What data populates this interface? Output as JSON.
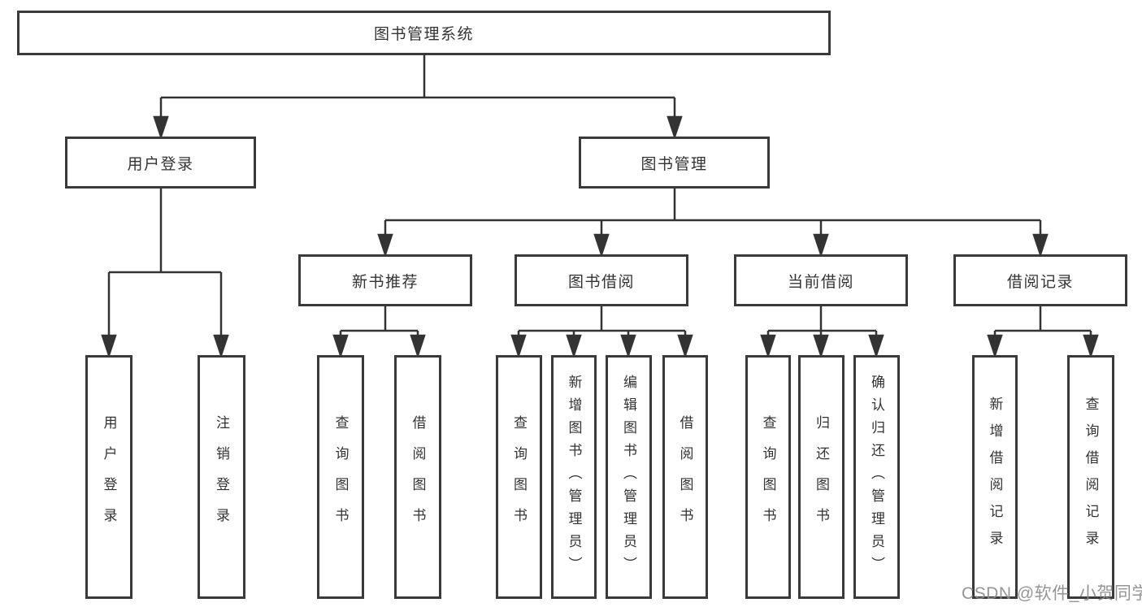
{
  "colors": {
    "box_border": "#3a3a3a",
    "connector": "#333333",
    "text": "#333333",
    "watermark": "#8c8c8c",
    "background": "#ffffff"
  },
  "watermark": {
    "text": "CSDN @软件_小贺同学"
  },
  "tree": {
    "root": {
      "label": "图书管理系统"
    },
    "children": [
      {
        "label": "用户登录",
        "children": [
          {
            "label": "用户登录"
          },
          {
            "label": "注销登录"
          }
        ]
      },
      {
        "label": "图书管理",
        "children": [
          {
            "label": "新书推荐",
            "children": [
              {
                "label": "查询图书"
              },
              {
                "label": "借阅图书"
              }
            ]
          },
          {
            "label": "图书借阅",
            "children": [
              {
                "label": "查询图书"
              },
              {
                "label": "新增图书（管理员）"
              },
              {
                "label": "编辑图书（管理员）"
              },
              {
                "label": "借阅图书"
              }
            ]
          },
          {
            "label": "当前借阅",
            "children": [
              {
                "label": "查询图书"
              },
              {
                "label": "归还图书"
              },
              {
                "label": "确认归还（管理员）"
              }
            ]
          },
          {
            "label": "借阅记录",
            "children": [
              {
                "label": "新增借阅记录"
              },
              {
                "label": "查询借阅记录"
              }
            ]
          }
        ]
      }
    ]
  }
}
